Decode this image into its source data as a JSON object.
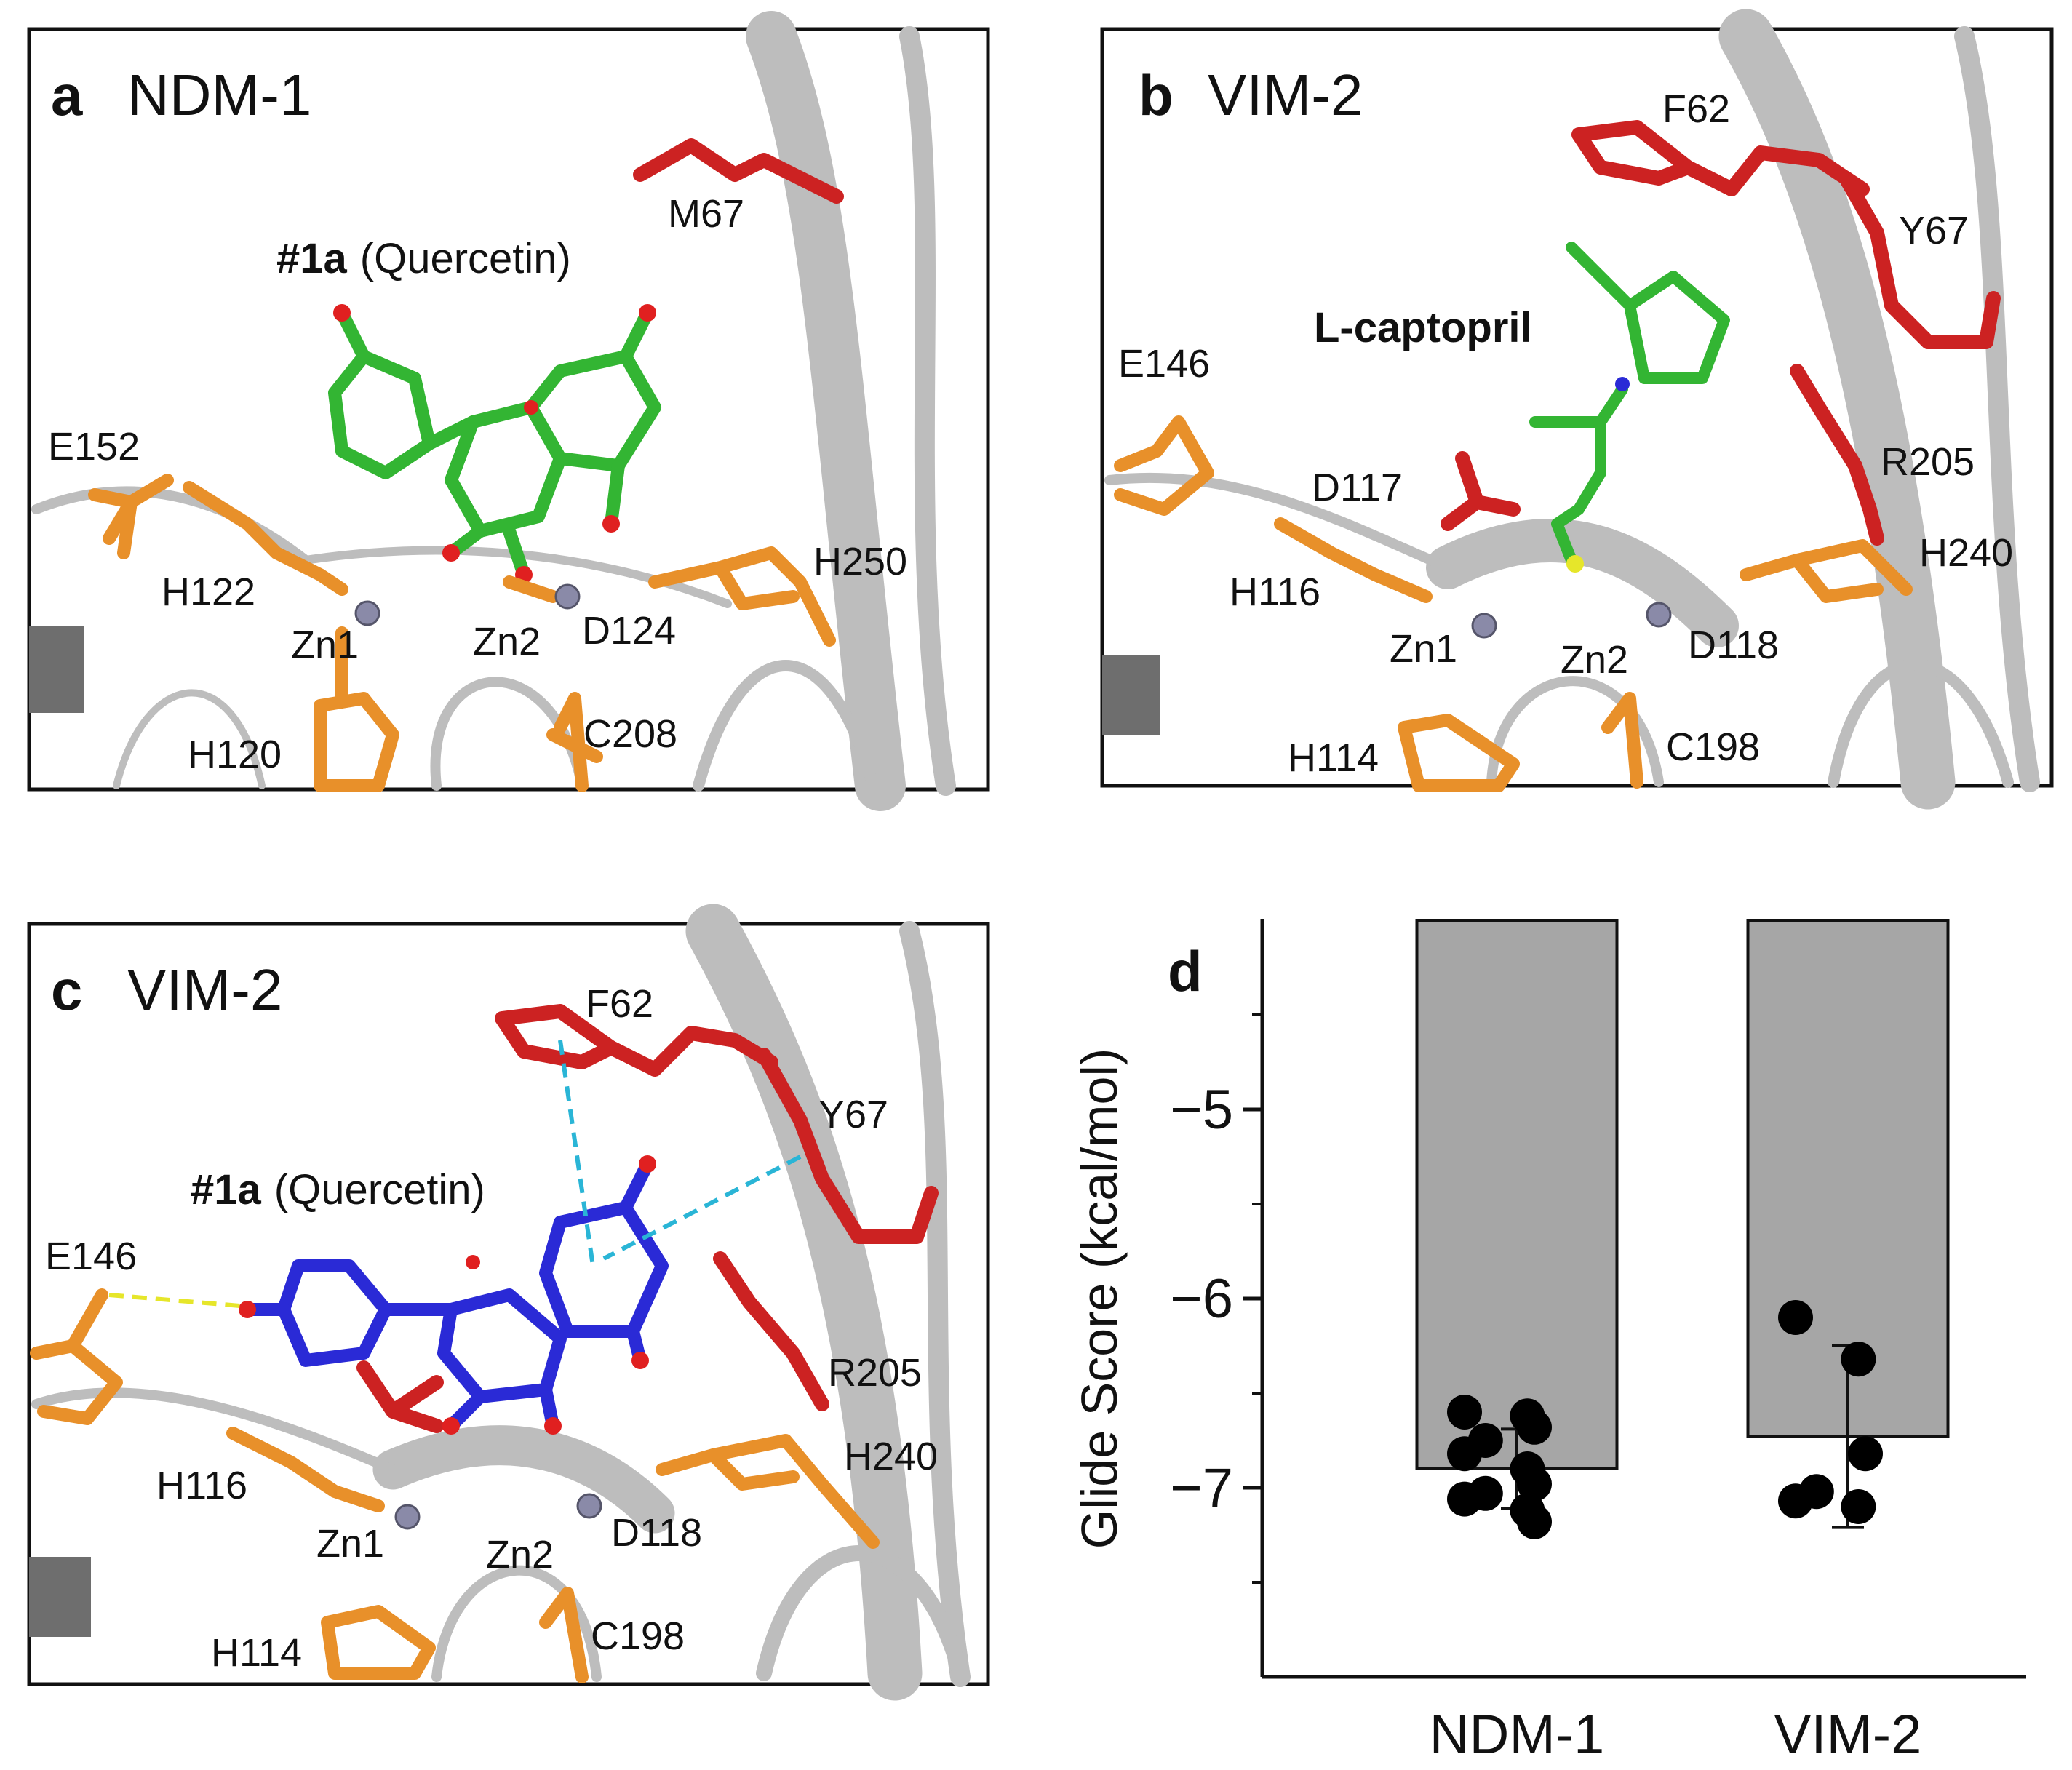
{
  "panels": {
    "a": {
      "letter": "a",
      "title": "NDM-1",
      "ligand_name": "#1a",
      "ligand_note": "(Quercetin)",
      "residues": [
        "M67",
        "E152",
        "H122",
        "Zn1",
        "Zn2",
        "D124",
        "H250",
        "H120",
        "C208"
      ]
    },
    "b": {
      "letter": "b",
      "title": "VIM-2",
      "ligand_name": "L-captopril",
      "residues": [
        "F62",
        "Y67",
        "E146",
        "D117",
        "R205",
        "H116",
        "H240",
        "Zn1",
        "Zn2",
        "D118",
        "H114",
        "C198"
      ]
    },
    "c": {
      "letter": "c",
      "title": "VIM-2",
      "ligand_name": "#1a",
      "ligand_note": "(Quercetin)",
      "residues": [
        "F62",
        "Y67",
        "E146",
        "R205",
        "H240",
        "H116",
        "Zn1",
        "Zn2",
        "D118",
        "H114",
        "C198"
      ]
    }
  },
  "colors": {
    "ribbon": "#b9b9b9",
    "ribbon_dark": "#8e8e8e",
    "residue_orange": "#e8902a",
    "residue_red": "#cc2222",
    "ligand_green": "#33b533",
    "ligand_blue": "#2a2ad6",
    "oxygen_red": "#e02020",
    "zinc": "#8a8aa8",
    "bar_fill": "#a6a6a6",
    "points": "#000000",
    "hbond_yellow": "#e6e62a",
    "pi_cyan": "#2ab5d6"
  },
  "chart_data": {
    "type": "bar",
    "panel_letter": "d",
    "categories": [
      "NDM-1",
      "VIM-2"
    ],
    "values": [
      -6.9,
      -6.73
    ],
    "errors": [
      0.21,
      0.48
    ],
    "points": [
      [
        -6.6,
        -6.62,
        -6.68,
        -6.75,
        -6.82,
        -6.9,
        -6.98,
        -7.03,
        -7.06,
        -7.12,
        -7.18
      ],
      [
        -6.1,
        -6.32,
        -6.82,
        -7.02,
        -7.07,
        -7.1
      ]
    ],
    "ylabel": "Glide Score (kcal/mol)",
    "ylim": [
      -8.0,
      -4.0
    ],
    "yticks": [
      -5,
      -6,
      -7
    ],
    "ytick_labels": [
      "−5",
      "−6",
      "−7"
    ],
    "ytick_minor": [
      -4.5,
      -5.5,
      -6.5,
      -7.5
    ],
    "grid": false,
    "legend": "none"
  }
}
